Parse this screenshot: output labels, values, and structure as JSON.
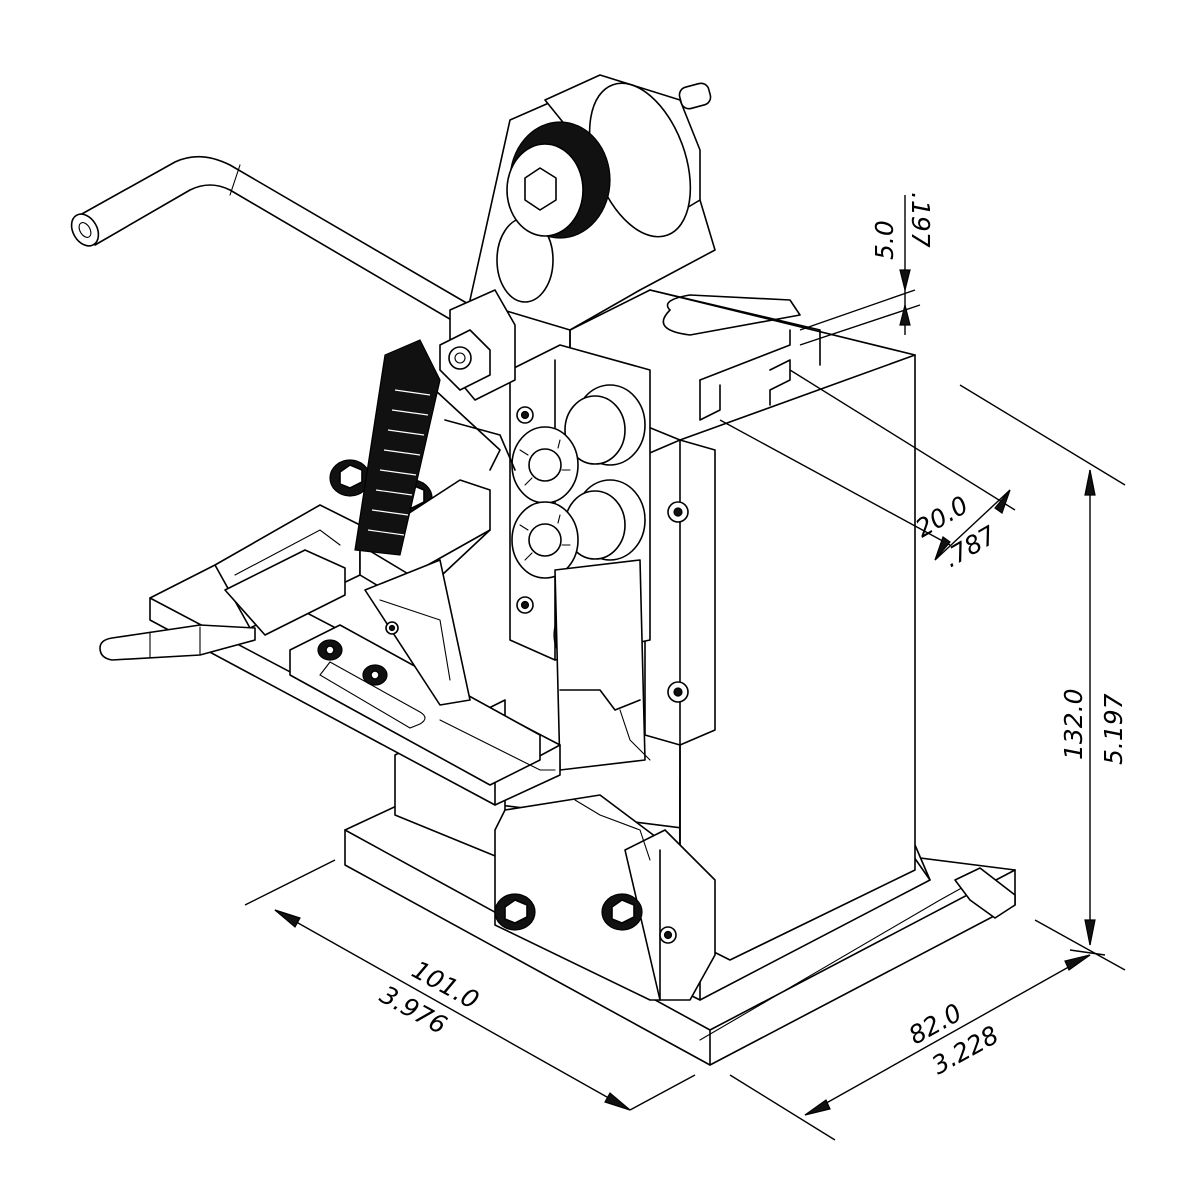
{
  "diagram": {
    "dimensions": {
      "height_mm": "132.0",
      "height_in": "5.197",
      "width_mm": "101.0",
      "width_in": "3.976",
      "depth_mm": "82.0",
      "depth_in": "3.228",
      "slot_mm": "20.0",
      "slot_in": ".787",
      "offset_mm": "5.0",
      "offset_in": ".197"
    },
    "colors": {
      "line": "#000000",
      "background": "#ffffff"
    }
  }
}
